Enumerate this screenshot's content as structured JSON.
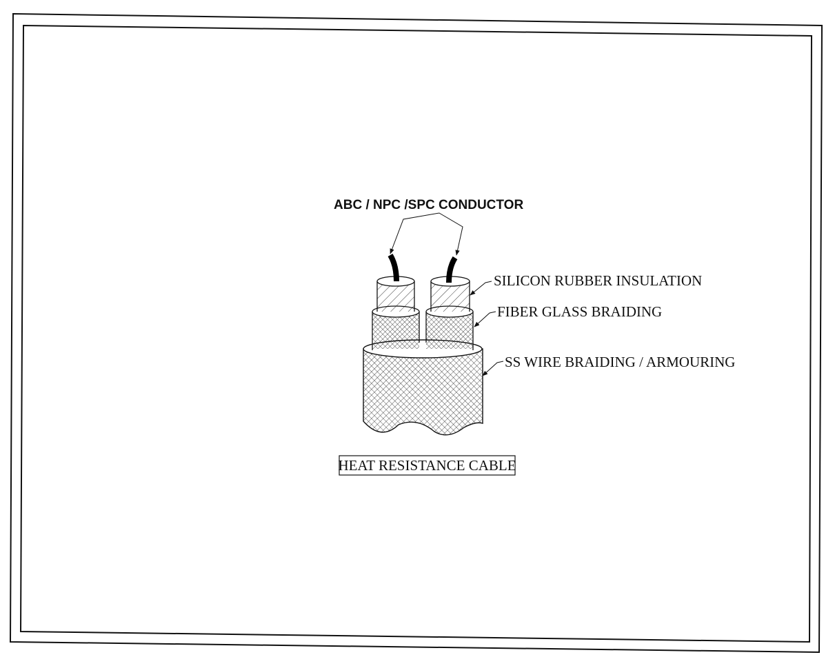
{
  "diagram": {
    "callouts": {
      "conductor": "ABC / NPC /SPC CONDUCTOR",
      "insulation": "SILICON RUBBER INSULATION",
      "fiber_glass": "FIBER GLASS BRAIDING",
      "ss_wire": "SS WIRE BRAIDING / ARMOURING"
    },
    "title": "HEAT RESISTANCE CABLE"
  }
}
